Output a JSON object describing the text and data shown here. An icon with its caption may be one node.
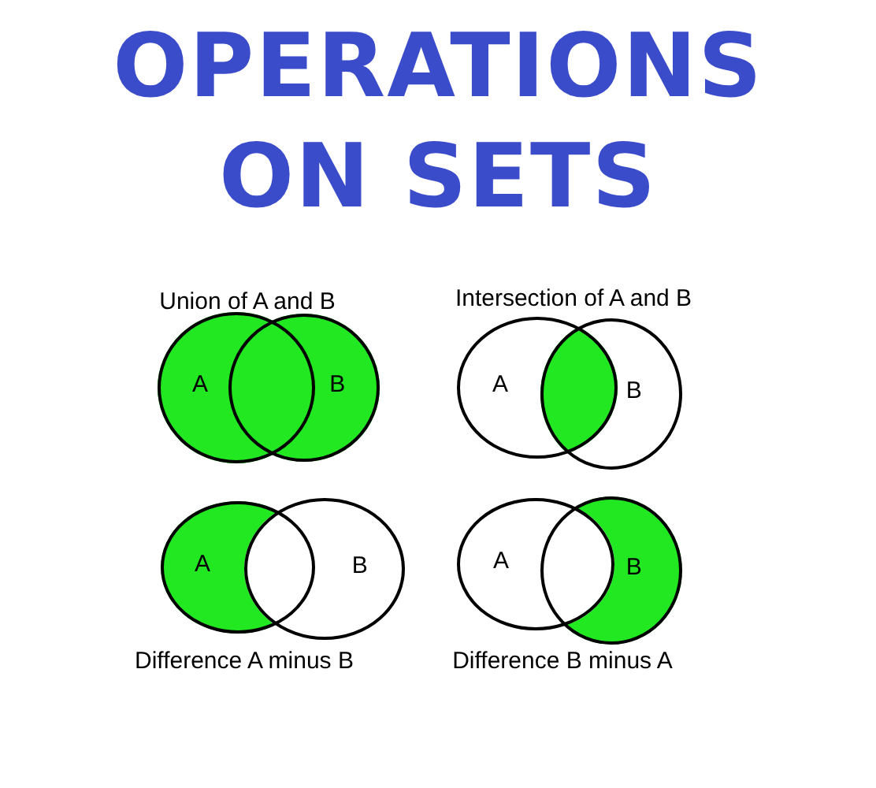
{
  "diagram": {
    "title": "OPERATIONS ON SETS",
    "nodes": [
      {
        "text": [
          "A"
        ]
      },
      {
        "text": [
          "B"
        ]
      },
      {
        "text": [
          "A"
        ]
      },
      {
        "text": [
          "B"
        ]
      },
      {
        "text": [
          "A"
        ]
      },
      {
        "text": [
          "B"
        ]
      },
      {
        "text": [
          "A"
        ]
      },
      {
        "text": [
          "B"
        ]
      }
    ],
    "labels": [
      "Union of A and B",
      "Intersection of A and B",
      "Difference A minus B",
      "Difference B minus A"
    ]
  }
}
